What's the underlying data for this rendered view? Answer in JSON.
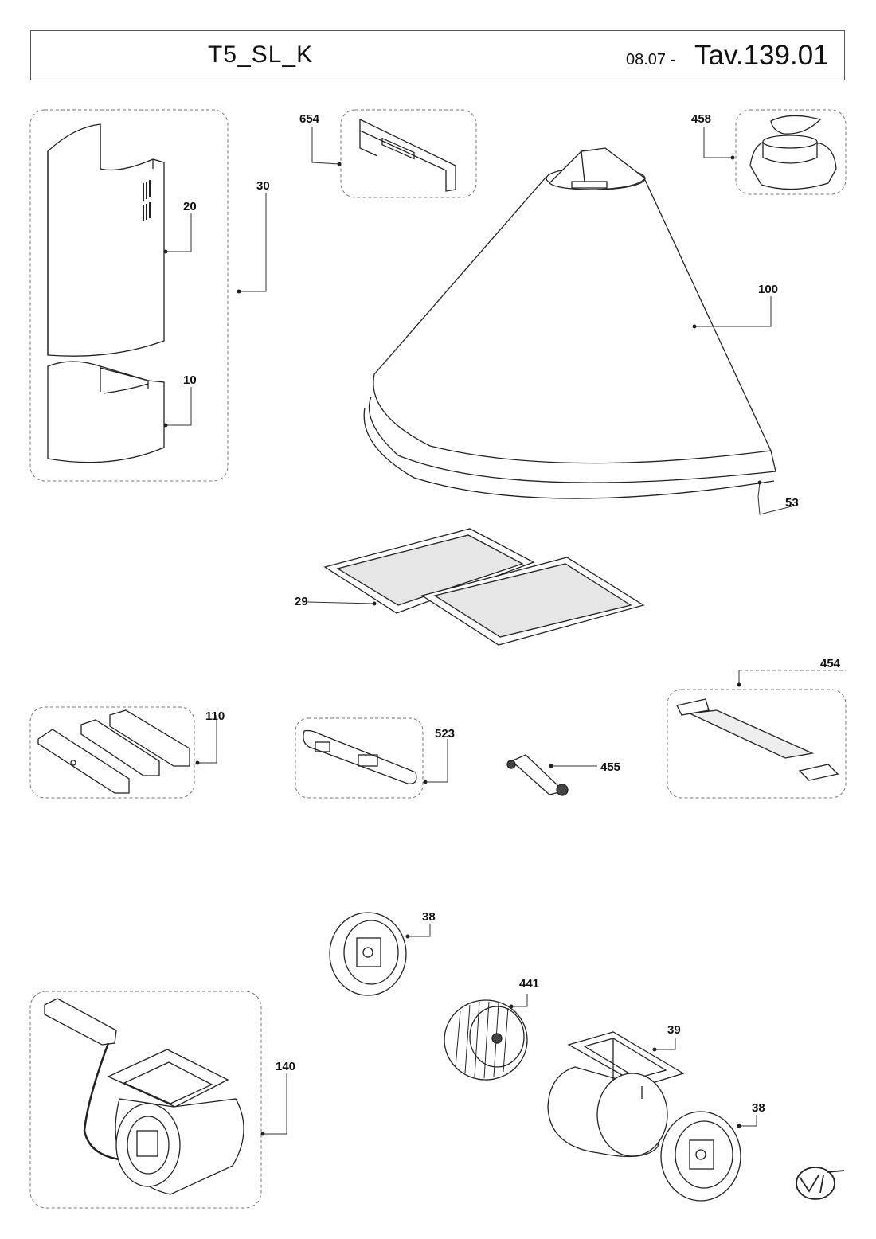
{
  "header": {
    "model": "T5_SL_K",
    "date": "08.07 -",
    "table": "Tav.139.01"
  },
  "parts": [
    {
      "ref": "654"
    },
    {
      "ref": "458"
    },
    {
      "ref": "30"
    },
    {
      "ref": "20"
    },
    {
      "ref": "100"
    },
    {
      "ref": "10"
    },
    {
      "ref": "53"
    },
    {
      "ref": "29"
    },
    {
      "ref": "454"
    },
    {
      "ref": "110"
    },
    {
      "ref": "523"
    },
    {
      "ref": "455"
    },
    {
      "ref": "38"
    },
    {
      "ref": "441"
    },
    {
      "ref": "39"
    },
    {
      "ref": "140"
    },
    {
      "ref": "38"
    }
  ]
}
